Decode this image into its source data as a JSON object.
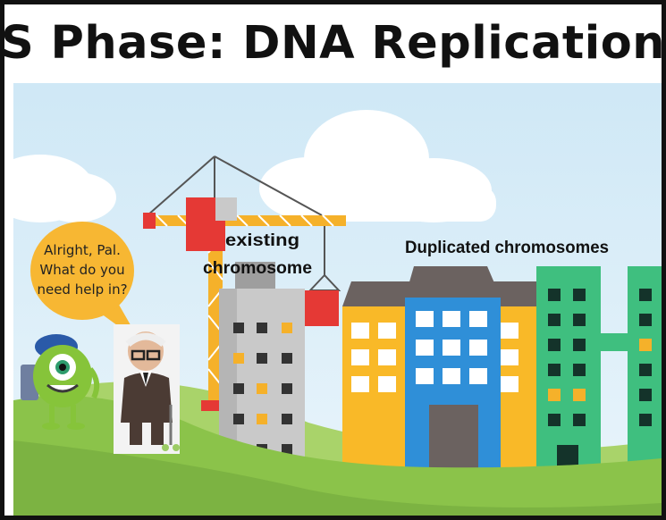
{
  "title": "S Phase: DNA Replication",
  "labels": {
    "existing_line1": "existing",
    "existing_line2": "chromosome",
    "duplicated": "Duplicated chromosomes"
  },
  "speech_bubble": {
    "line1": "Alright, Pal.",
    "line2": "What do you",
    "line3": "need help in?"
  },
  "colors": {
    "frame": "#111111",
    "sky": "#d6ecf7",
    "grass": "#8bc34a",
    "crane": "#f5b12a",
    "crane_red": "#e53935",
    "gray_building": "#c9c9c9",
    "yellow_building": "#f9b928",
    "blue_building": "#2f8fd8",
    "green_building": "#3fbf7f",
    "bubble": "#f7b733"
  },
  "characters": [
    "mike-wazowski-icon",
    "carl-fredricksen-icon"
  ]
}
